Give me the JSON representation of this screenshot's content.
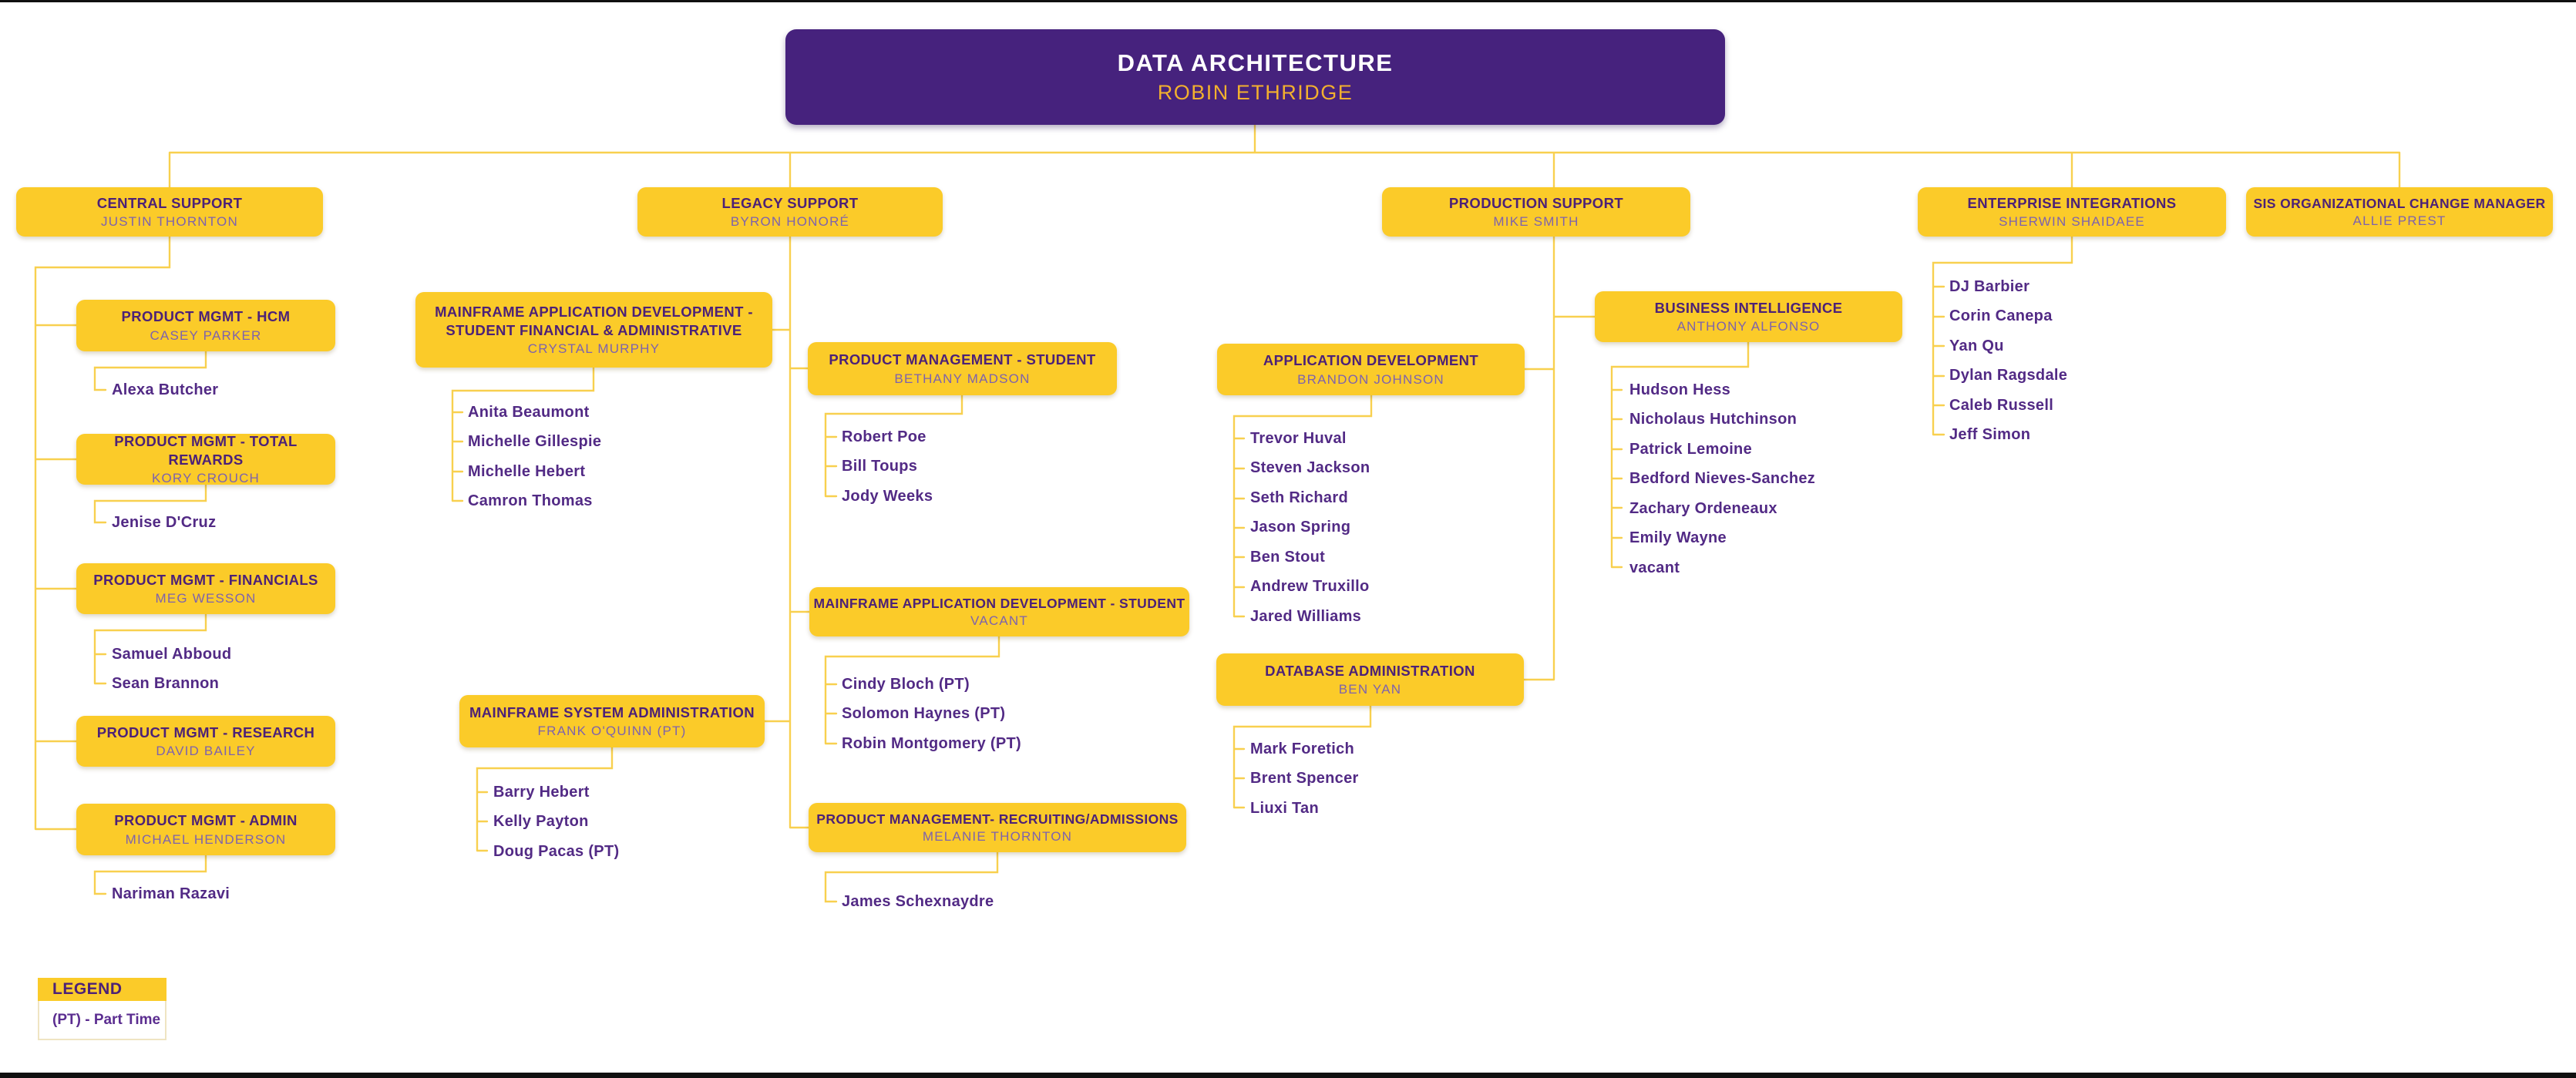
{
  "colors": {
    "root_box": "#46227D",
    "root_title": "#FFFFFF",
    "root_name": "#F2B02E",
    "dept_box": "#FBCB29",
    "dept_title": "#4C2177",
    "dept_name": "#7D62AE",
    "member_text": "#522A85",
    "connector": "#F8D04F",
    "background": "#FFFFFF"
  },
  "org": {
    "root": {
      "title": "DATA ARCHITECTURE",
      "name": "ROBIN ETHRIDGE"
    },
    "branches": [
      {
        "id": "central-support",
        "title": "CENTRAL SUPPORT",
        "name": "JUSTIN THORNTON",
        "children": [
          {
            "id": "product-mgmt-hcm",
            "title": "PRODUCT MGMT - HCM",
            "name": "CASEY PARKER",
            "members": [
              "Alexa Butcher"
            ]
          },
          {
            "id": "product-mgmt-total-rewards",
            "title": "PRODUCT MGMT - TOTAL REWARDS",
            "name": "KORY CROUCH",
            "members": [
              "Jenise D'Cruz"
            ]
          },
          {
            "id": "product-mgmt-financials",
            "title": "PRODUCT MGMT - FINANCIALS",
            "name": "MEG WESSON",
            "members": [
              "Samuel Abboud",
              "Sean Brannon"
            ]
          },
          {
            "id": "product-mgmt-research",
            "title": "PRODUCT MGMT - RESEARCH",
            "name": "DAVID BAILEY",
            "members": []
          },
          {
            "id": "product-mgmt-admin",
            "title": "PRODUCT MGMT - ADMIN",
            "name": "MICHAEL HENDERSON",
            "members": [
              "Nariman Razavi"
            ]
          }
        ]
      },
      {
        "id": "legacy-support",
        "title": "LEGACY SUPPORT",
        "name": "BYRON HONORÉ",
        "children": [
          {
            "id": "mainframe-app-dev-sfa",
            "title": "MAINFRAME APPLICATION DEVELOPMENT - STUDENT FINANCIAL & ADMINISTRATIVE",
            "name": "CRYSTAL MURPHY",
            "members": [
              "Anita Beaumont",
              "Michelle Gillespie",
              "Michelle Hebert",
              "Camron Thomas"
            ]
          },
          {
            "id": "product-management-student",
            "title": "PRODUCT MANAGEMENT - STUDENT",
            "name": "BETHANY MADSON",
            "members": [
              "Robert Poe",
              "Bill Toups",
              "Jody Weeks"
            ]
          },
          {
            "id": "mainframe-app-dev-student",
            "title": "MAINFRAME APPLICATION DEVELOPMENT - STUDENT",
            "name": "VACANT",
            "members": [
              "Cindy Bloch (PT)",
              "Solomon Haynes (PT)",
              "Robin Montgomery (PT)"
            ]
          },
          {
            "id": "mainframe-system-administration",
            "title": "MAINFRAME SYSTEM ADMINISTRATION",
            "name": "FRANK O'QUINN (PT)",
            "members": [
              "Barry Hebert",
              "Kelly Payton",
              "Doug Pacas (PT)"
            ]
          },
          {
            "id": "product-management-recruiting-admissions",
            "title": "PRODUCT MANAGEMENT- RECRUITING/ADMISSIONS",
            "name": "MELANIE THORNTON",
            "members": [
              "James Schexnaydre"
            ]
          }
        ]
      },
      {
        "id": "production-support",
        "title": "PRODUCTION SUPPORT",
        "name": "MIKE SMITH",
        "children": [
          {
            "id": "business-intelligence",
            "title": "BUSINESS INTELLIGENCE",
            "name": "ANTHONY ALFONSO",
            "members": [
              "Hudson Hess",
              "Nicholaus Hutchinson",
              "Patrick Lemoine",
              "Bedford Nieves-Sanchez",
              "Zachary Ordeneaux",
              "Emily Wayne",
              "vacant"
            ]
          },
          {
            "id": "application-development",
            "title": "APPLICATION DEVELOPMENT",
            "name": "BRANDON JOHNSON",
            "members": [
              "Trevor Huval",
              "Steven Jackson",
              "Seth Richard",
              "Jason Spring",
              "Ben Stout",
              "Andrew Truxillo",
              "Jared Williams"
            ]
          },
          {
            "id": "database-administration",
            "title": "DATABASE ADMINISTRATION",
            "name": "BEN YAN",
            "members": [
              "Mark Foretich",
              "Brent Spencer",
              "Liuxi Tan"
            ]
          }
        ]
      },
      {
        "id": "enterprise-integrations",
        "title": "ENTERPRISE INTEGRATIONS",
        "name": "SHERWIN SHAIDAEE",
        "members": [
          "DJ Barbier",
          "Corin Canepa",
          "Yan Qu",
          "Dylan Ragsdale",
          "Caleb Russell",
          "Jeff Simon"
        ]
      },
      {
        "id": "sis-organizational-change-manager",
        "title": "SIS ORGANIZATIONAL CHANGE MANAGER",
        "name": "ALLIE PREST"
      }
    ]
  },
  "legend": {
    "title": "LEGEND",
    "entries": [
      "(PT) - Part Time"
    ]
  }
}
